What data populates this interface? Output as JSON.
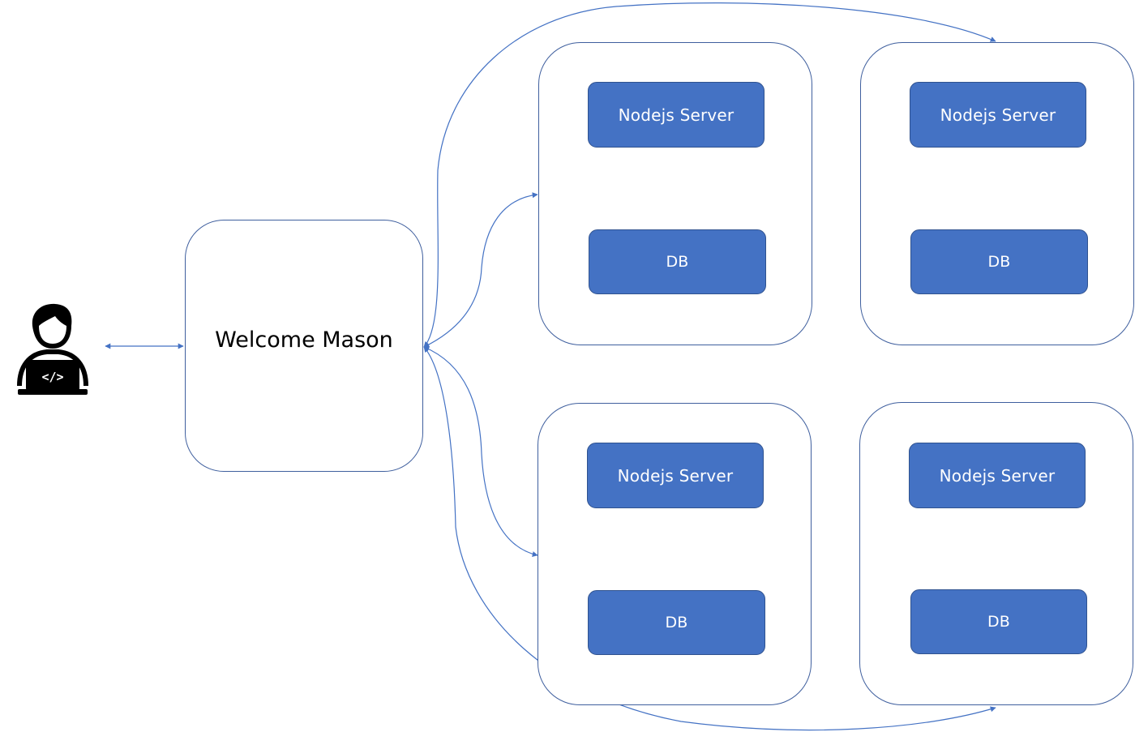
{
  "gateway": {
    "label": "Welcome Mason"
  },
  "clusters": [
    {
      "server_label": "Nodejs Server",
      "db_label": "DB"
    },
    {
      "server_label": "Nodejs Server",
      "db_label": "DB"
    },
    {
      "server_label": "Nodejs Server",
      "db_label": "DB"
    },
    {
      "server_label": "Nodejs Server",
      "db_label": "DB"
    }
  ],
  "colors": {
    "node_fill": "#4472c4",
    "node_border": "#2f528f",
    "connector": "#4472c4",
    "container_border": "#3f5f9e"
  },
  "icons": {
    "user": "developer-with-laptop-icon"
  }
}
